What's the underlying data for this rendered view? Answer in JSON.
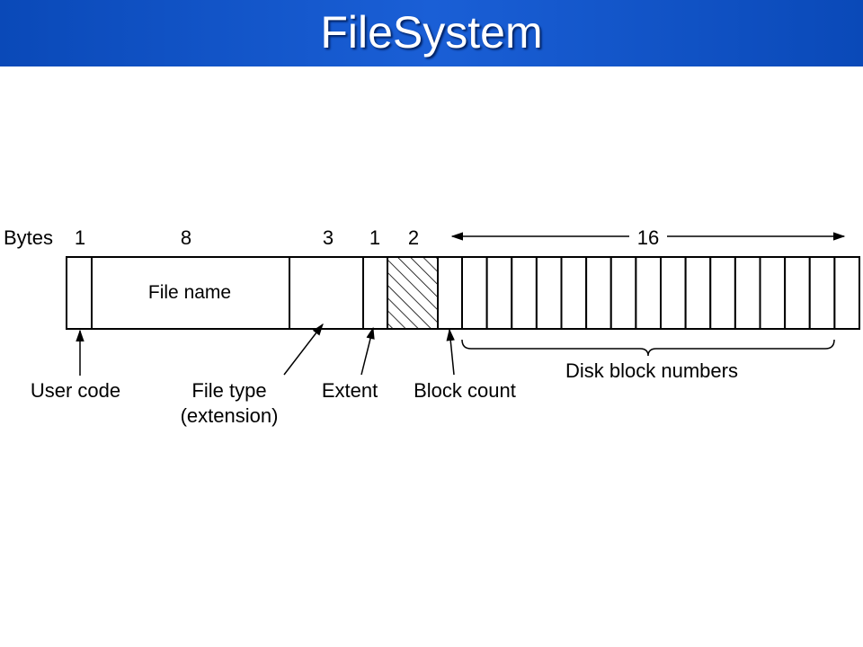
{
  "title": "FileSystem",
  "diagram": {
    "bytes_label": "Bytes",
    "field_sizes": [
      "1",
      "8",
      "3",
      "1",
      "2",
      "16"
    ],
    "file_name_label": "File name",
    "callouts": {
      "user_code": "User code",
      "file_type_line1": "File type",
      "file_type_line2": "(extension)",
      "extent": "Extent",
      "block_count": "Block count",
      "disk_block_numbers": "Disk block numbers"
    }
  }
}
